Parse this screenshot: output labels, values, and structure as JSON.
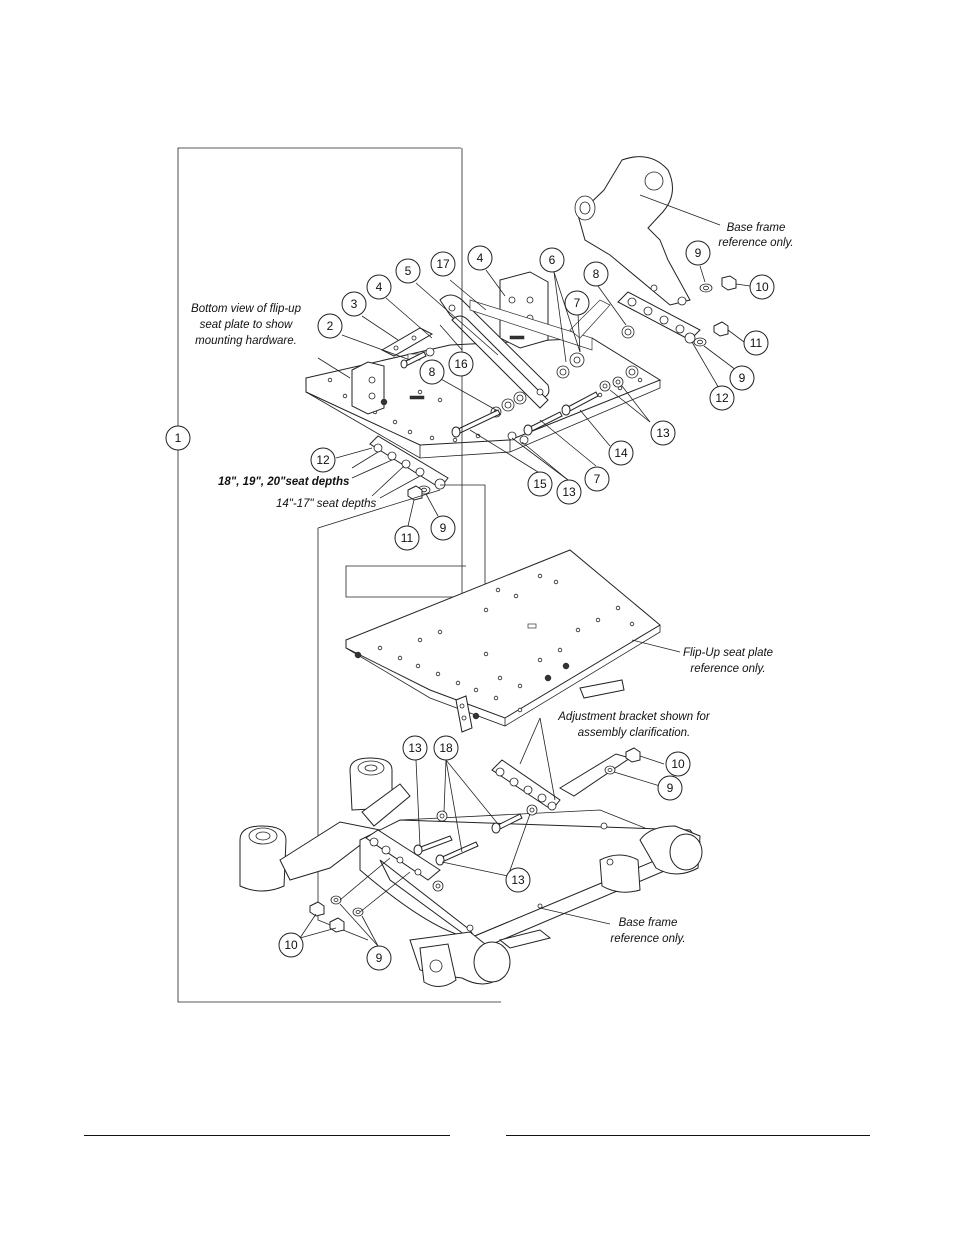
{
  "notes": {
    "base_frame_top": [
      "Base frame",
      "reference only."
    ],
    "bottom_view": [
      "Bottom view of flip-up",
      "seat plate to show",
      "mounting hardware."
    ],
    "seat_depths_large": "18\", 19\", 20\"seat depths",
    "seat_depths_small": "14\"-17\" seat depths",
    "flipup_plate": [
      "Flip-Up seat plate",
      "reference only."
    ],
    "adjustment_bracket": [
      "Adjustment bracket shown for",
      "assembly clarification."
    ],
    "base_frame_bottom": [
      "Base frame",
      "reference only."
    ]
  },
  "callouts": [
    "1",
    "2",
    "3",
    "4",
    "4",
    "5",
    "17",
    "6",
    "8",
    "7",
    "9",
    "10",
    "11",
    "9",
    "12",
    "16",
    "8",
    "13",
    "14",
    "7",
    "13",
    "15",
    "12",
    "11",
    "9",
    "13",
    "18",
    "10",
    "9",
    "13",
    "10",
    "9"
  ]
}
